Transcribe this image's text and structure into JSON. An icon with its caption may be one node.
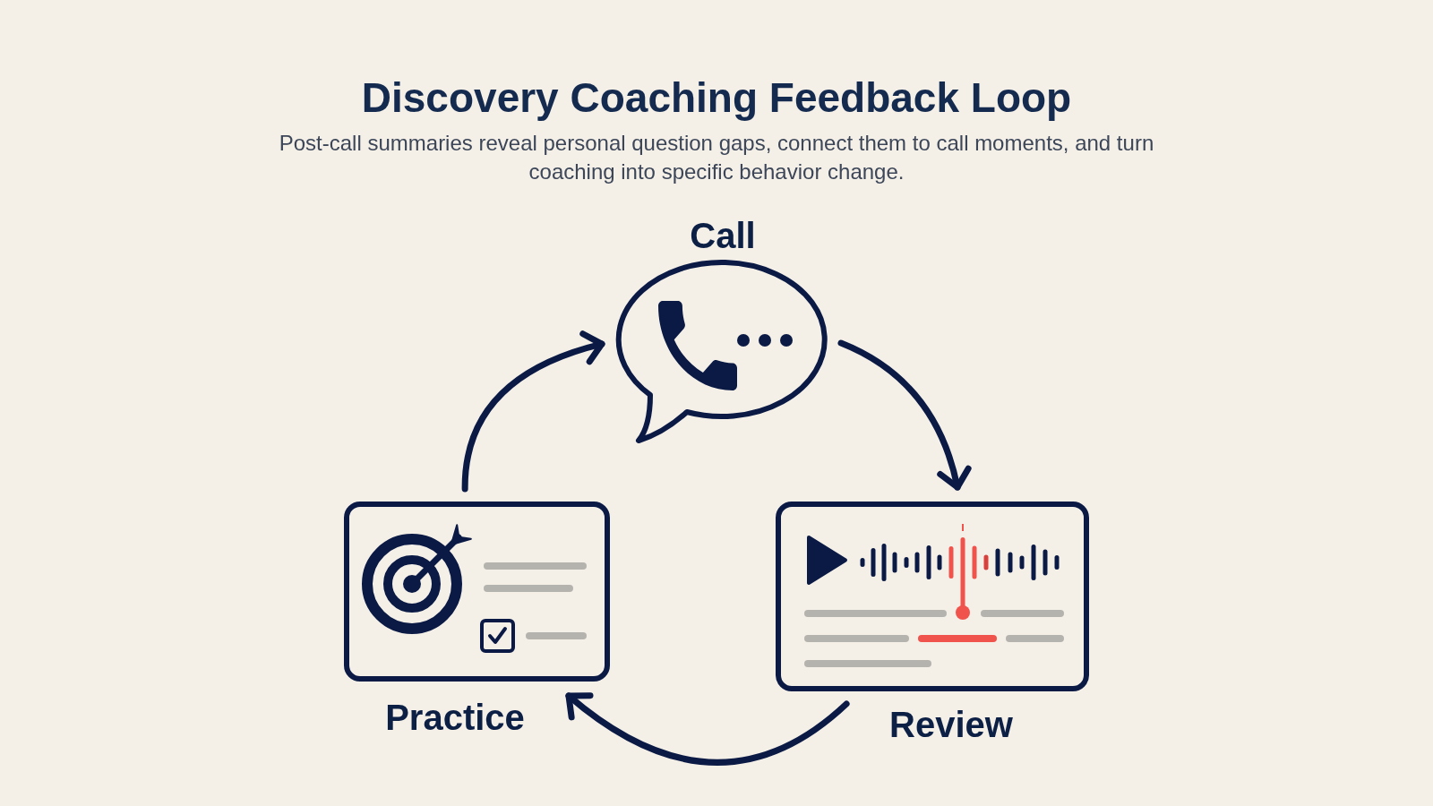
{
  "diagram": {
    "title": "Discovery Coaching Feedback Loop",
    "nodes": [
      {
        "text": [
          "Call"
        ]
      },
      {
        "text": [
          "Practice"
        ]
      },
      {
        "text": [
          "Review"
        ]
      }
    ],
    "edges": [
      {
        "from": 0,
        "to": 2,
        "arrow": "to"
      },
      {
        "from": 2,
        "to": 1,
        "arrow": "to"
      },
      {
        "from": 1,
        "to": 0,
        "arrow": "to"
      }
    ],
    "labels": [
      "Post-call summaries reveal personal question gaps, connect them to call moments, and turn coaching into specific behavior change."
    ]
  }
}
